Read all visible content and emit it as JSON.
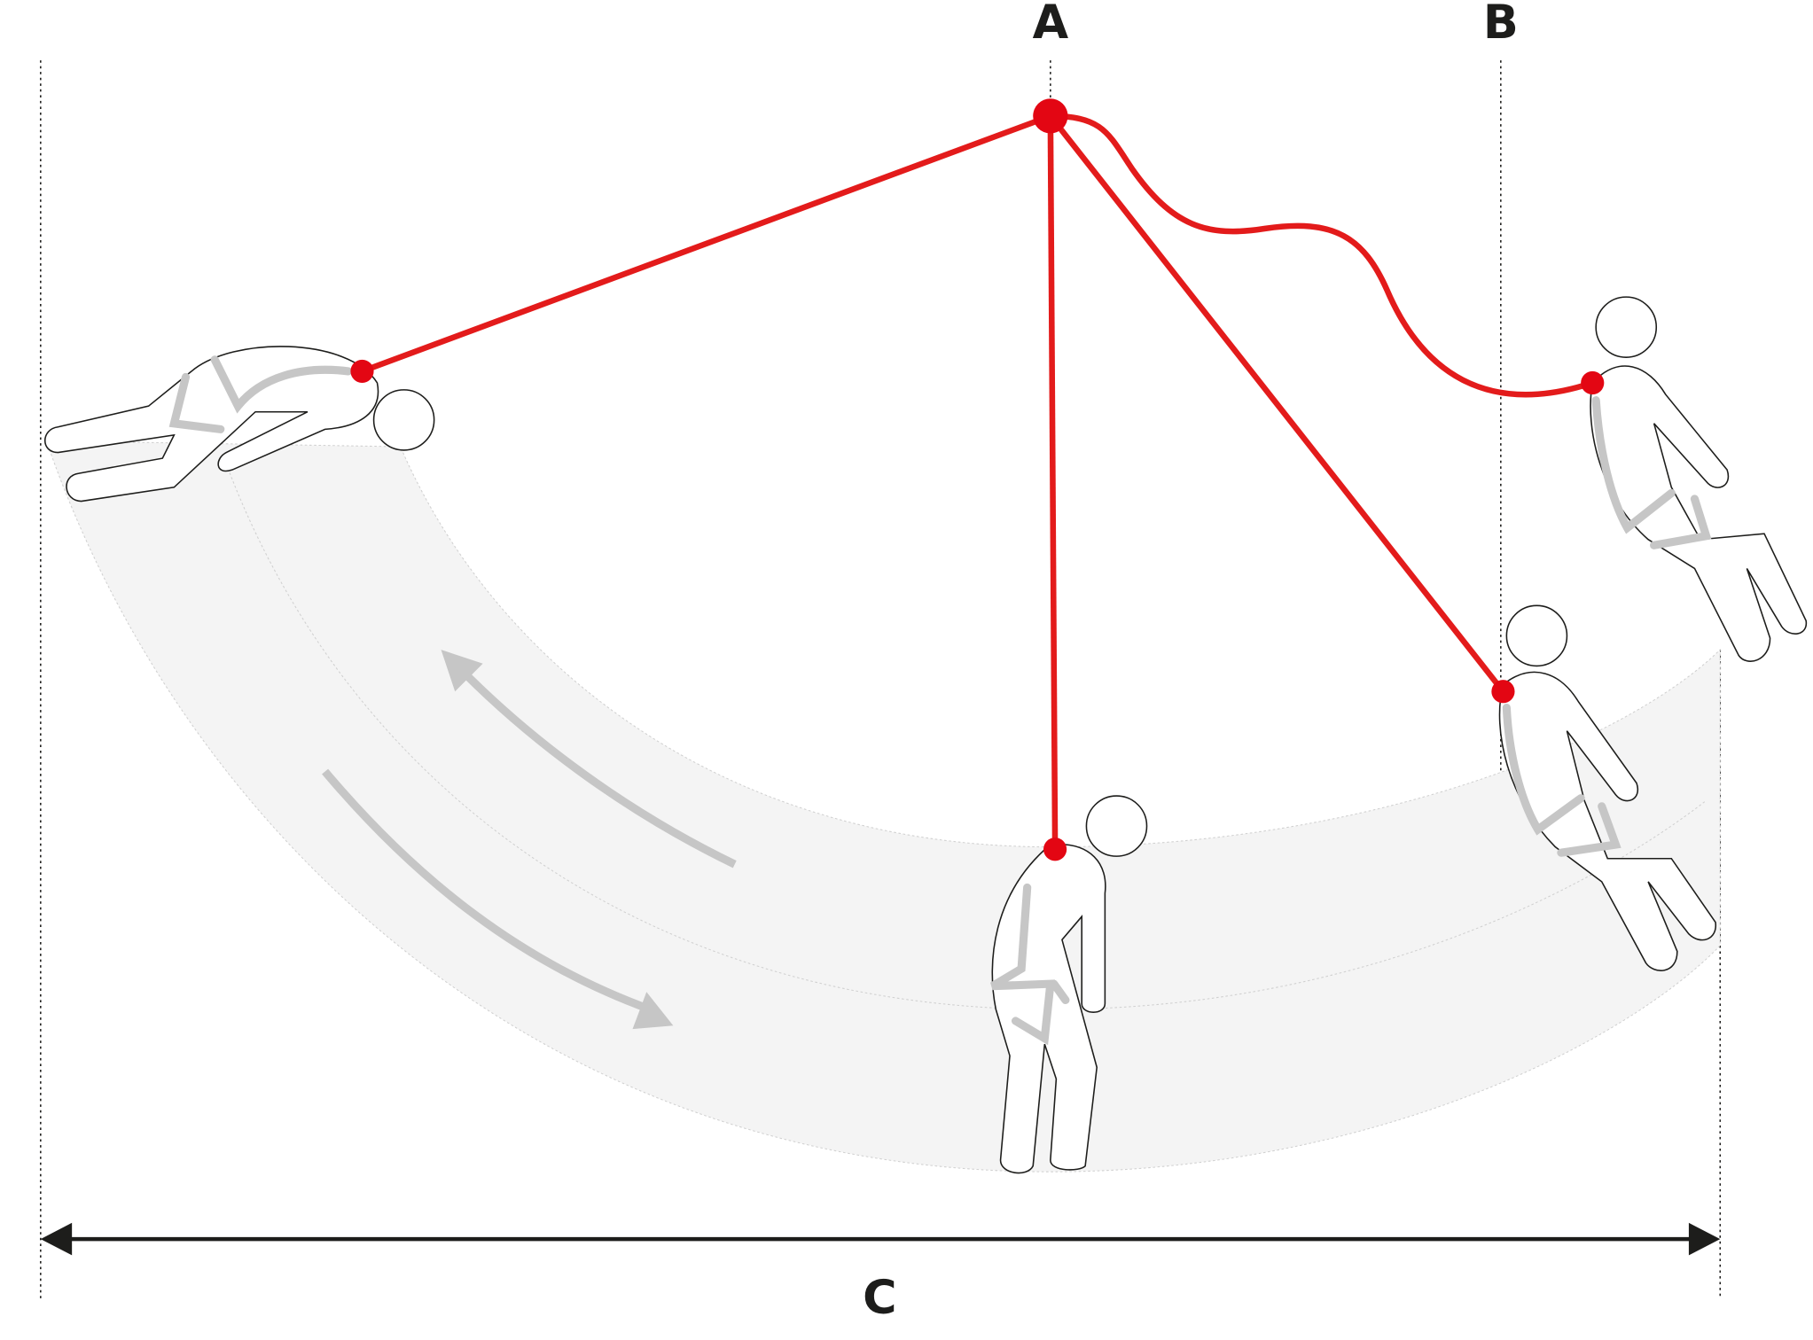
{
  "labels": {
    "a": "A",
    "b": "B",
    "c": "C"
  },
  "colors": {
    "rope": "#e30613",
    "swing_zone": "#f4f4f4",
    "arrow": "#c6c6c6",
    "ink": "#1d1d1b"
  }
}
